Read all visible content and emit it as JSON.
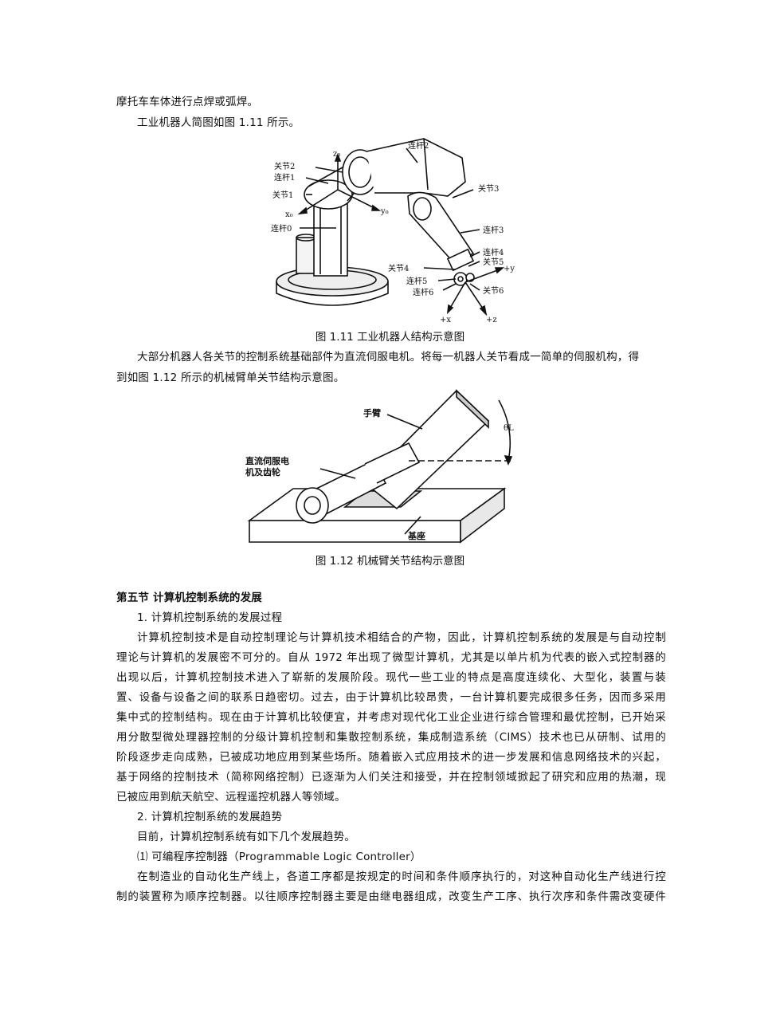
{
  "paragraphs": {
    "p1": "摩托车车体进行点焊或弧焊。",
    "p2": "工业机器人简图如图 1.11 所示。",
    "p3_l1": "大部分机器人各关节的控制系统基础部件为直流伺服电机。将每一机器人关节看成一简单的伺服机构，得",
    "p3_l2": "到如图 1.12 所示的机械臂单关节结构示意图。"
  },
  "figure1": {
    "caption": "图 1.11 工业机器人结构示意图",
    "labels": {
      "link2": "连杆2",
      "joint2": "关节2",
      "z0": "z₀",
      "link1": "连杆1",
      "joint1": "关节1",
      "joint3": "关节3",
      "x0": "x₀",
      "y0": "y₀",
      "link0": "连杆0",
      "link3": "连杆3",
      "link4": "连杆4",
      "joint5": "关节5",
      "joint4": "关节4",
      "plus_y": "+y",
      "link5": "连杆5",
      "joint6": "关节6",
      "link6": "连杆6",
      "plus_x": "+x",
      "plus_z": "+z"
    }
  },
  "figure2": {
    "caption": "图 1.12 机械臂关节结构示意图",
    "labels": {
      "arm": "手臂",
      "theta": "θL",
      "motor_l1": "直流伺服电",
      "motor_l2": "机及齿轮",
      "base": "基座"
    }
  },
  "section": {
    "heading": "第五节 计算机控制系统的发展",
    "sub1": "1. 计算机控制系统的发展过程",
    "body1": [
      "计算机控制技术是自动控制理论与计算机技术相结合的产物，因此，计算机控制系统的发展是与自动控制",
      "理论与计算机的发展密不可分的。自从 1972 年出现了微型计算机，尤其是以单片机为代表的嵌入式控制器的",
      "出现以后，计算机控制技术进入了崭新的发展阶段。现代一些工业的特点是高度连续化、大型化，装置与装",
      "置、设备与设备之间的联系日趋密切。过去，由于计算机比较昂贵，一台计算机要完成很多任务，因而多采用",
      "集中式的控制结构。现在由于计算机比较便宜，并考虑对现代化工业企业进行综合管理和最优控制，已开始采",
      "用分散型微处理器控制的分级计算机控制和集散控制系统，集成制造系统（CIMS）技术也已从研制、试用的",
      "阶段逐步走向成熟，已被成功地应用到某些场所。随着嵌入式应用技术的进一步发展和信息网络技术的兴起，",
      "基于网络的控制技术（简称网络控制）已逐渐为人们关注和接受，并在控制领域掀起了研究和应用的热潮，现",
      "已被应用到航天航空、远程遥控机器人等领域。"
    ],
    "sub2": "2. 计算机控制系统的发展趋势",
    "body2": "目前，计算机控制系统有如下几个发展趋势。",
    "item1": "⑴ 可编程序控制器（Programmable Logic Controller）",
    "body3": [
      "在制造业的自动化生产线上，各道工序都是按规定的时间和条件顺序执行的，对这种自动化生产线进行控",
      "制的装置称为顺序控制器。以往顺序控制器主要是由继电器组成，改变生产工序、执行次序和条件需改变硬件"
    ]
  }
}
